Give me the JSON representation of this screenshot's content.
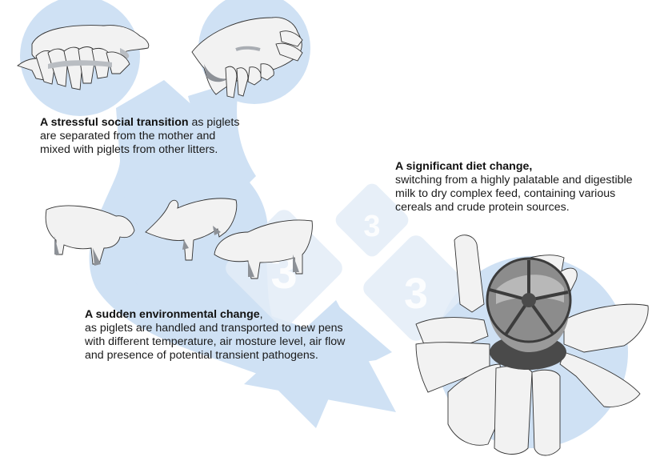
{
  "diagram": {
    "theme_colors": {
      "circle_blue": "#cfe1f4",
      "arrow_blue": "#cfe1f4",
      "watermark": "#e6eef8",
      "pig_fill": "#f2f2f2",
      "pig_shadow": "#a9adb3",
      "feeder_dark": "#4a4a4a",
      "feeder_mid": "#8a8a8a",
      "text": "#1a1a1a"
    },
    "watermark_text": "3",
    "stages": [
      {
        "id": "social",
        "title": "A stressful social transition",
        "body_inline": " as piglets are separated from the mother and mixed with piglets from other litters.",
        "line1_rest": " as piglets",
        "line2": "are separated from the mother and",
        "line3": "mixed with piglets from other litters.",
        "illustrations": [
          "sow-nursing-piglets-side-view",
          "sow-nursing-piglets-lying"
        ]
      },
      {
        "id": "environment",
        "title": "A sudden environmental change",
        "title_suffix": ",",
        "line2": "as piglets are handled and transported to new pens",
        "line3": "with different temperature, air mosture level, air flow",
        "line4": "and presence of potential transient pathogens.",
        "illustrations": [
          "three-weaned-piglets-meeting"
        ]
      },
      {
        "id": "diet",
        "title": "A significant diet change,",
        "line2": "switching from a highly palatable and digestible",
        "line3": "milk to dry complex feed, containing various",
        "line4": "cereals and crude protein sources.",
        "illustrations": [
          "piglets-around-round-feeder-top-view"
        ]
      }
    ]
  }
}
